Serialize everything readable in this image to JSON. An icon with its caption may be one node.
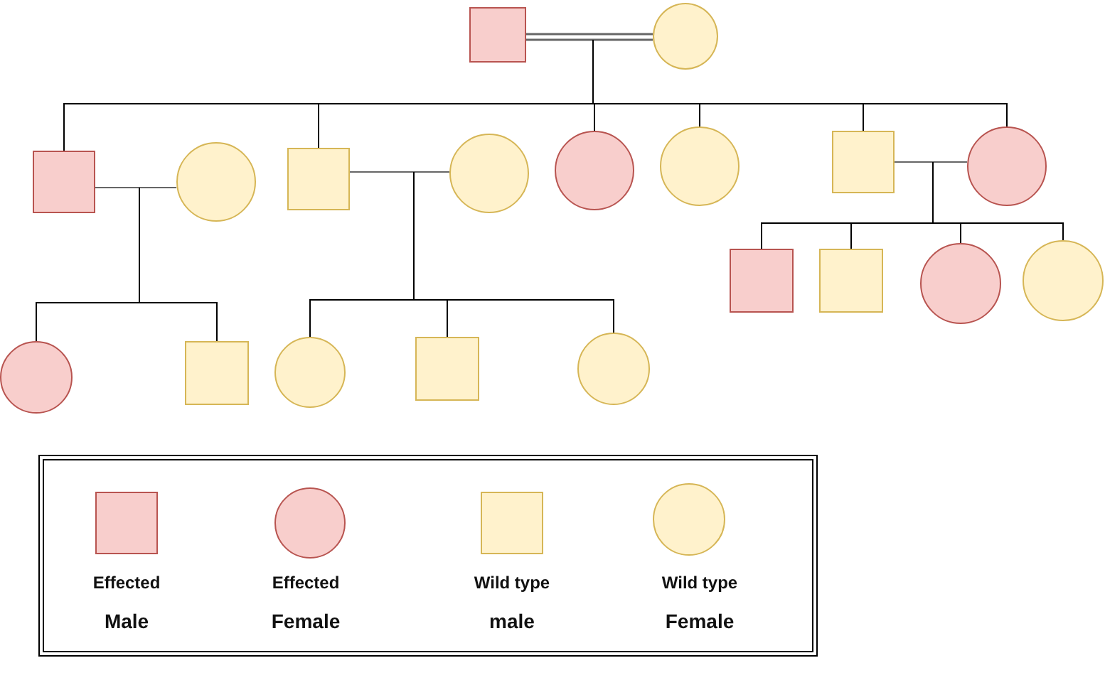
{
  "diagram": {
    "nodes": [
      {
        "text": [],
        "shape": "box"
      },
      {
        "text": [],
        "shape": "circle"
      },
      {
        "text": [],
        "shape": "box"
      },
      {
        "text": [],
        "shape": "circle"
      },
      {
        "text": [],
        "shape": "box"
      },
      {
        "text": [],
        "shape": "circle"
      },
      {
        "text": [],
        "shape": "circle"
      },
      {
        "text": [],
        "shape": "circle"
      },
      {
        "text": [],
        "shape": "box"
      },
      {
        "text": [],
        "shape": "circle"
      },
      {
        "text": [],
        "shape": "circle"
      },
      {
        "text": [],
        "shape": "box"
      },
      {
        "text": [],
        "shape": "circle"
      },
      {
        "text": [],
        "shape": "box"
      },
      {
        "text": [],
        "shape": "circle"
      },
      {
        "text": [],
        "shape": "box"
      },
      {
        "text": [],
        "shape": "box"
      },
      {
        "text": [],
        "shape": "circle"
      },
      {
        "text": [],
        "shape": "circle"
      },
      {
        "text": [],
        "shape": "box"
      },
      {
        "text": [],
        "shape": "circle"
      },
      {
        "text": [],
        "shape": "box"
      },
      {
        "text": [],
        "shape": "circle"
      }
    ],
    "edges": [
      {
        "from": 0,
        "to": 1,
        "arrow": "none",
        "color": "#666666"
      },
      {
        "from": null,
        "to": 2,
        "arrow": "none"
      },
      {
        "from": null,
        "to": 4,
        "arrow": "none"
      },
      {
        "from": null,
        "to": 6,
        "arrow": "none"
      },
      {
        "from": null,
        "to": 7,
        "arrow": "none"
      },
      {
        "from": null,
        "to": 8,
        "arrow": "none"
      },
      {
        "from": null,
        "to": 9,
        "arrow": "none"
      },
      {
        "from": 2,
        "to": 3,
        "arrow": "none",
        "color": "#666666"
      },
      {
        "from": 4,
        "to": 5,
        "arrow": "none",
        "color": "#666666"
      },
      {
        "from": 8,
        "to": 9,
        "arrow": "none",
        "color": "#666666"
      },
      {
        "from": null,
        "to": 10,
        "arrow": "none"
      },
      {
        "from": null,
        "to": 11,
        "arrow": "none"
      },
      {
        "from": null,
        "to": 12,
        "arrow": "none"
      },
      {
        "from": null,
        "to": 13,
        "arrow": "none"
      },
      {
        "from": null,
        "to": 14,
        "arrow": "none"
      },
      {
        "from": null,
        "to": 15,
        "arrow": "none"
      },
      {
        "from": null,
        "to": 16,
        "arrow": "none"
      },
      {
        "from": null,
        "to": 17,
        "arrow": "none"
      },
      {
        "from": null,
        "to": 18,
        "arrow": "none"
      }
    ],
    "labels": [
      "Effected",
      "Male",
      "Effected",
      "Female",
      "Wild type",
      "male",
      "Wild type",
      "Female"
    ]
  }
}
